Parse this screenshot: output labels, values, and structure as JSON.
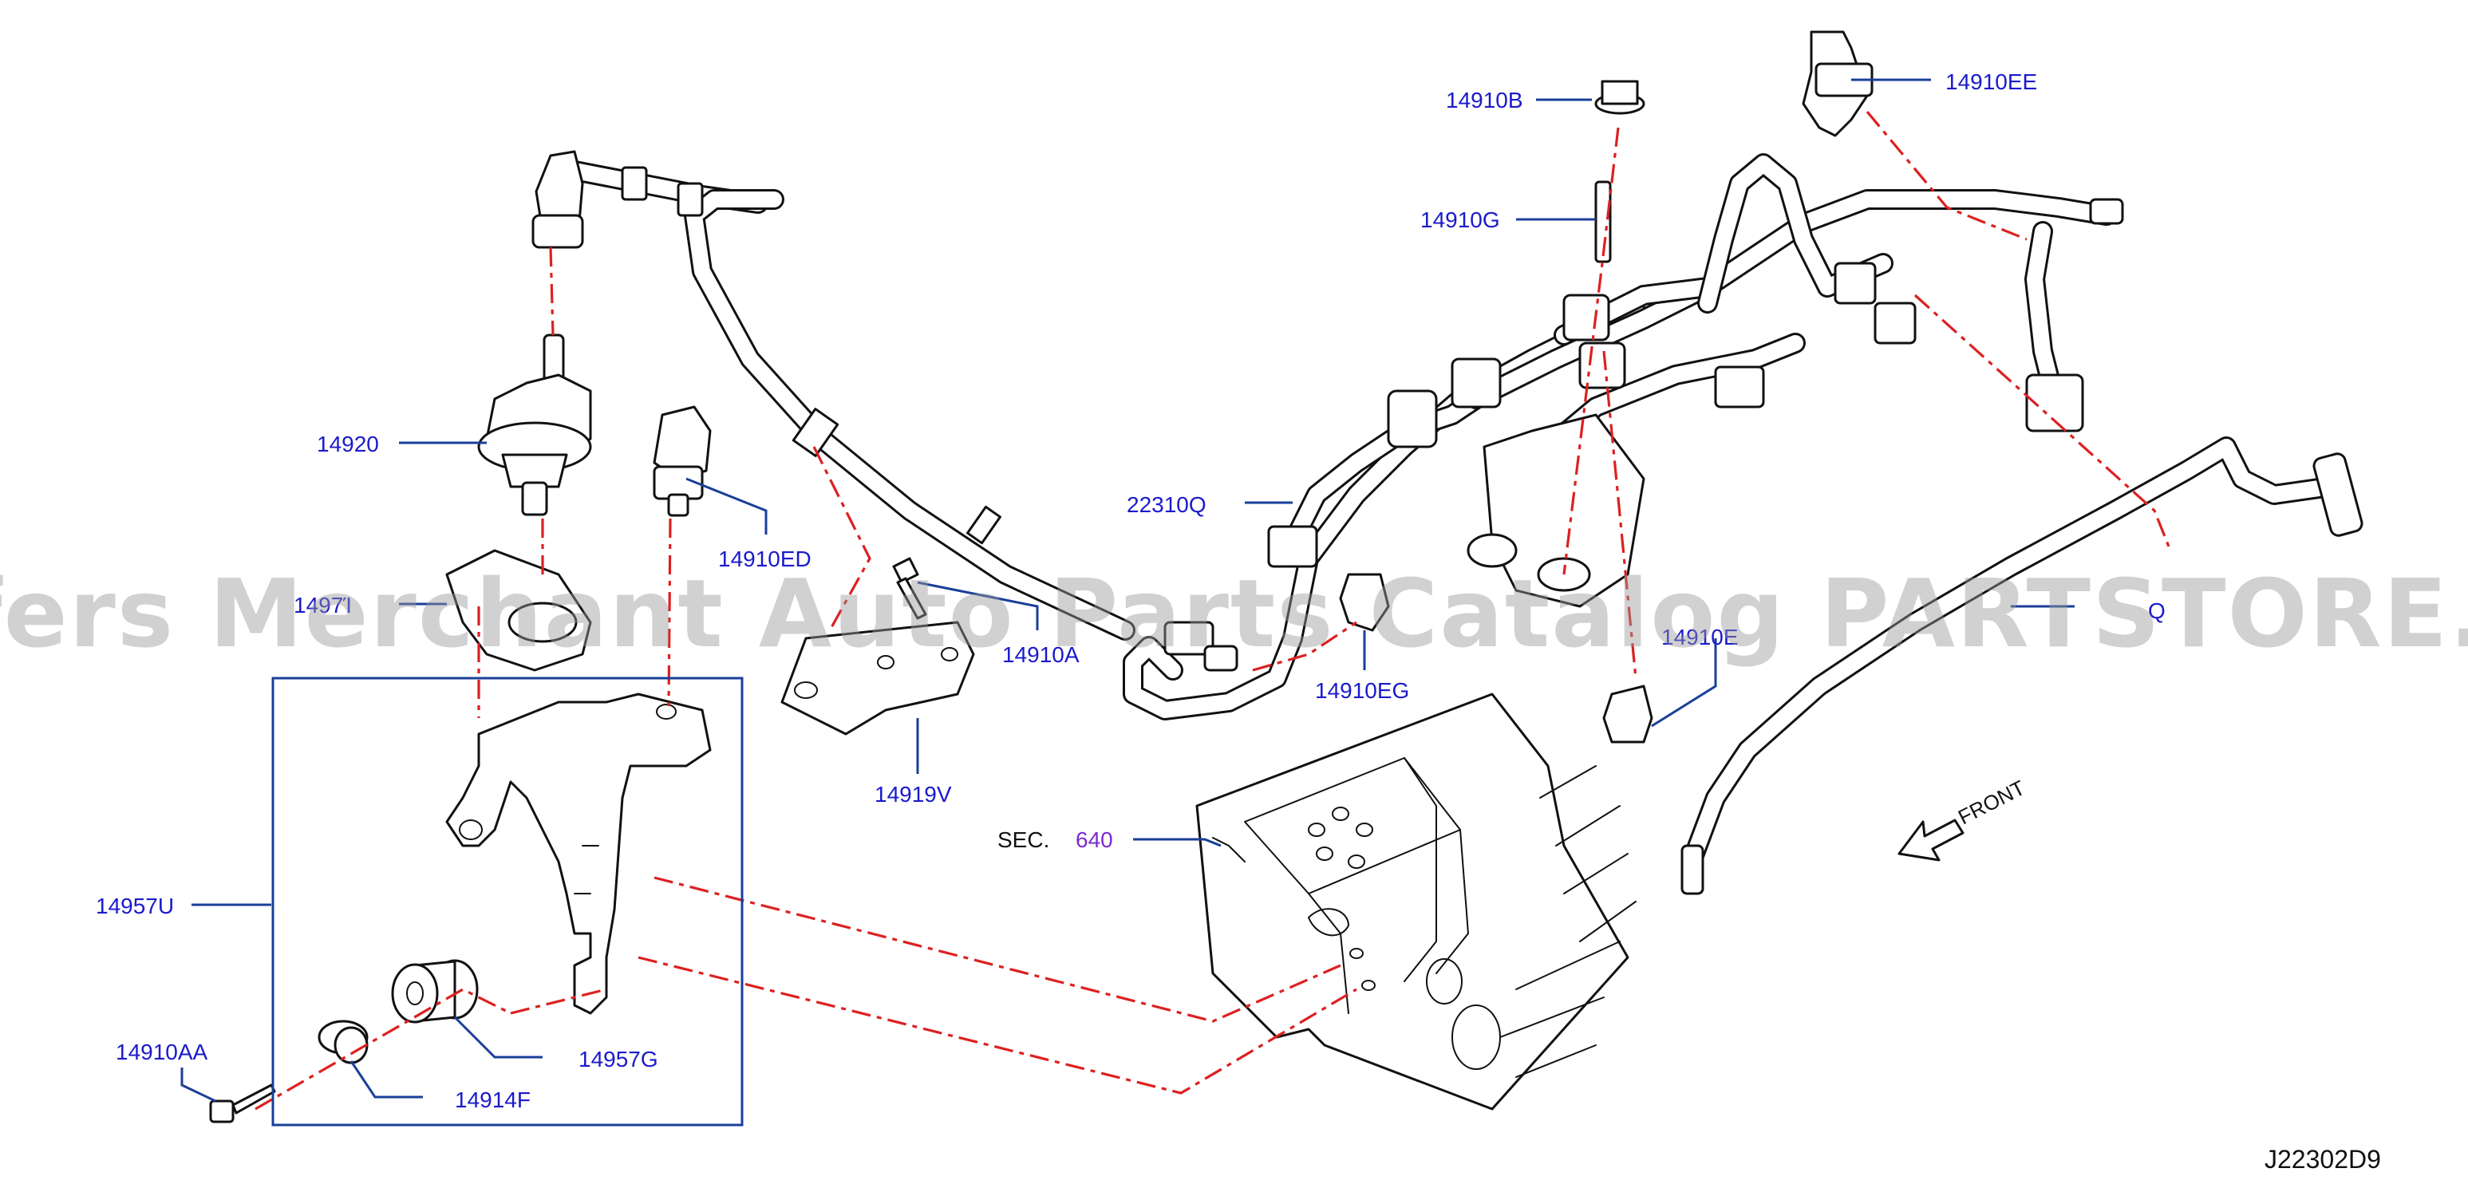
{
  "diagram_id": "J22302D9",
  "watermark": "Offers Merchant Auto Parts Catalog PARTSTORE.SA",
  "front_label": "FRONT",
  "section_ref": {
    "prefix": "SEC.",
    "number": "640"
  },
  "parts": {
    "p14920": "14920",
    "p14957_partial": "1497Ί",
    "p14910ED": "14910ED",
    "p14957U": "14957U",
    "p14910AA": "14910AA",
    "p14914F": "14914F",
    "p14957G": "14957G",
    "p14919V": "14919V",
    "p14910A": "14910A",
    "p22310Q": "22310Q",
    "p14910EG": "14910EG",
    "p14910B": "14910B",
    "p14910G": "14910G",
    "p14910EE": "14910EE",
    "p14910E_partial": "14910E",
    "p_q_partial": "Q"
  },
  "colors": {
    "label_blue": "#1a1acc",
    "leader_blue": "#1a3f99",
    "dash_red": "#dd2020",
    "section_purple": "#7a2ad0",
    "line_black": "#111111"
  }
}
